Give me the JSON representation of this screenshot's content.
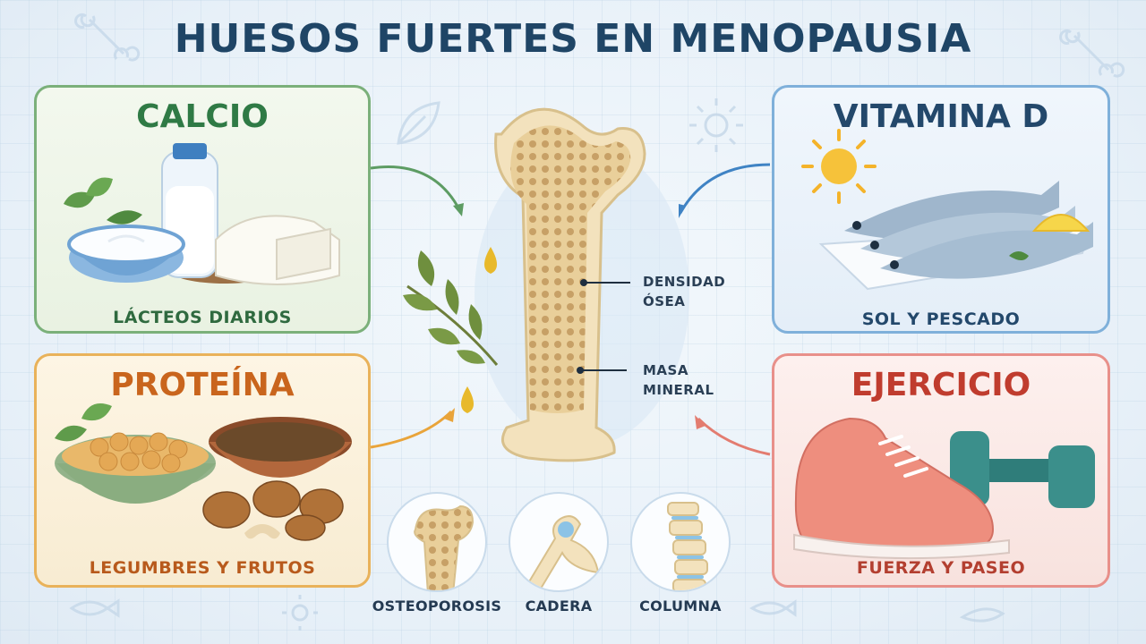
{
  "title": "HUESOS FUERTES EN MENOPAUSIA",
  "cards": {
    "calcio": {
      "title": "CALCIO",
      "subtitle": "LÁCTEOS DIARIOS"
    },
    "proteina": {
      "title": "PROTEÍNA",
      "subtitle": "LEGUMBRES Y FRUTOS"
    },
    "vitamina_d": {
      "title": "VITAMINA D",
      "subtitle": "SOL Y PESCADO"
    },
    "ejercicio": {
      "title": "EJERCICIO",
      "subtitle": "FUERZA Y PASEO"
    }
  },
  "bone_labels": {
    "densidad": [
      "DENSIDAD",
      "ÓSEA"
    ],
    "masa": [
      "MASA",
      "MINERAL"
    ]
  },
  "circles": [
    "OSTEOPOROSIS",
    "CADERA",
    "COLUMNA"
  ],
  "colors": {
    "calcio": "#7bb07a",
    "proteina": "#e9b25a",
    "vitamina_d": "#7fb0da",
    "ejercicio": "#e8908a",
    "title": "#1f4566",
    "bone": "#f3e2bd"
  }
}
